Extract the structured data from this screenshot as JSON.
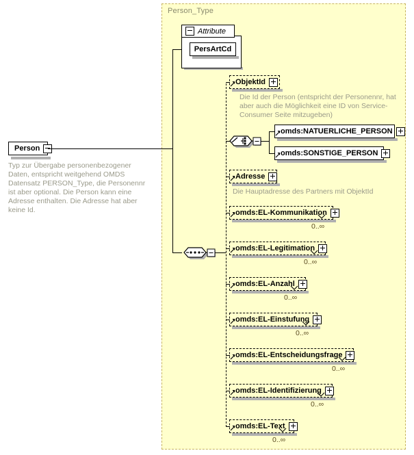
{
  "root": {
    "name": "Person",
    "toggle": "minus",
    "documentation": "Typ zur Übergabe personenbezogener Daten, entspricht weitgehend OMDS Datensatz PERSON_Type, die Personennr ist aber optional. Die Person kann eine Adresse enthalten. Die Adresse hat aber keine Id."
  },
  "type_panel": {
    "label": "Person_Type"
  },
  "attributes": {
    "group_label": "Attribute",
    "group_toggle": "minus",
    "items": [
      {
        "name": "PersArtCd"
      }
    ]
  },
  "elements": {
    "objektid": {
      "name": "ObjektId",
      "toggle": "plus",
      "documentation": "Die Id der Person (entspricht der Personennr, hat aber auch die Möglichkeit eine ID von Service-Consumer Seite mitzugeben)"
    },
    "choice": {
      "compositor": "choice",
      "toggle": "minus",
      "options": [
        {
          "name": "omds:NATUERLICHE_PERSON",
          "toggle": "plus"
        },
        {
          "name": "omds:SONSTIGE_PERSON",
          "toggle": "plus"
        }
      ]
    },
    "adresse": {
      "name": "Adresse",
      "toggle": "plus",
      "documentation": "Die Hauptadresse des Partners mit ObjektId"
    },
    "sequence": {
      "compositor": "sequence",
      "toggle": "minus"
    },
    "repeating": [
      {
        "name": "omds:EL-Kommunikation",
        "toggle": "plus",
        "cardinality": "0..∞"
      },
      {
        "name": "omds:EL-Legitimation",
        "toggle": "plus",
        "cardinality": "0..∞"
      },
      {
        "name": "omds:EL-Anzahl",
        "toggle": "plus",
        "cardinality": "0..∞"
      },
      {
        "name": "omds:EL-Einstufung",
        "toggle": "plus",
        "cardinality": "0..∞"
      },
      {
        "name": "omds:EL-Entscheidungsfrage",
        "toggle": "plus",
        "cardinality": "0..∞"
      },
      {
        "name": "omds:EL-Identifizierung",
        "toggle": "plus",
        "cardinality": "0..∞"
      },
      {
        "name": "omds:EL-Text",
        "toggle": "plus",
        "cardinality": "0..∞"
      }
    ]
  },
  "colors": {
    "panel_background": "#ffffcc",
    "panel_border": "#c8b560",
    "documentation_text": "#9a9a8a",
    "cardinality_text": "#5a4a20",
    "node_border": "#000000",
    "shadow": "#b0b0b0"
  }
}
